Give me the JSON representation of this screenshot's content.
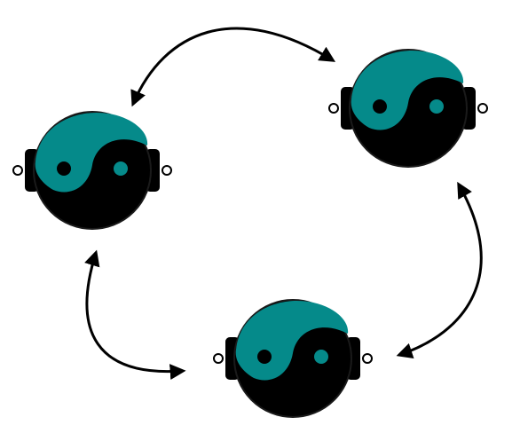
{
  "diagram": {
    "colors": {
      "background": "#ffffff",
      "teal": "#058a8a",
      "black": "#000000",
      "outline": "#1a1a1a",
      "arrow": "#000000"
    },
    "nodes": [
      {
        "id": "left",
        "icon": "yin-yang-icon"
      },
      {
        "id": "right",
        "icon": "yin-yang-icon"
      },
      {
        "id": "bottom",
        "icon": "yin-yang-icon"
      }
    ],
    "links": [
      {
        "from": "left",
        "to": "right",
        "style": "double-headed-curved-arrow"
      },
      {
        "from": "right",
        "to": "bottom",
        "style": "double-headed-curved-arrow"
      },
      {
        "from": "bottom",
        "to": "left",
        "style": "double-headed-curved-arrow"
      }
    ]
  }
}
